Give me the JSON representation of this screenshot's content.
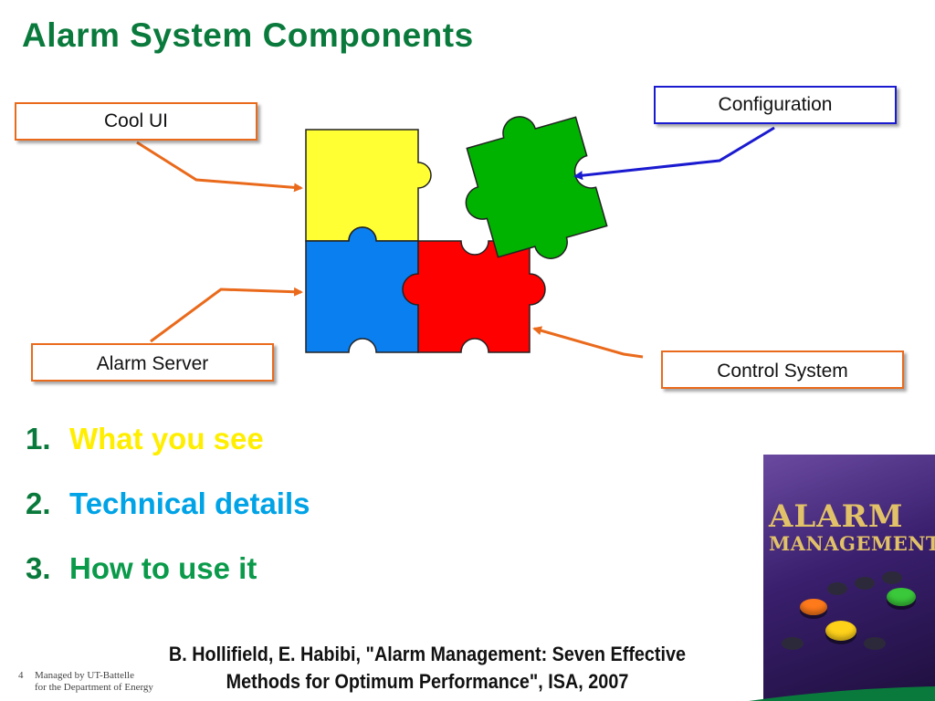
{
  "title": "Alarm System Components",
  "boxes": {
    "cool_ui": "Cool UI",
    "configuration": "Configuration",
    "alarm_server": "Alarm Server",
    "control_system": "Control System"
  },
  "list": [
    {
      "num": "1.",
      "text": "What you see",
      "color": "#ffee00"
    },
    {
      "num": "2.",
      "text": "Technical details",
      "color": "#00a3e6"
    },
    {
      "num": "3.",
      "text": "How to use it",
      "color": "#0a9a4a"
    }
  ],
  "colors": {
    "title": "#0a7a3c",
    "arrow_orange": "#ea6a1c",
    "arrow_blue": "#1a1ad0",
    "piece_yellow": "#ffff33",
    "piece_blue": "#0a7ff0",
    "piece_red": "#ff0000",
    "piece_green": "#00b300"
  },
  "book": {
    "title": "ALARM",
    "subtitle": "MANAGEMENT:"
  },
  "citation": {
    "line1": "B. Hollifield, E. Habibi, \"Alarm Management: Seven Effective",
    "line2": "Methods for Optimum Performance\", ISA, 2007"
  },
  "footer": {
    "page": "4",
    "line1": "Managed by UT-Battelle",
    "line2": "for the Department of Energy"
  }
}
